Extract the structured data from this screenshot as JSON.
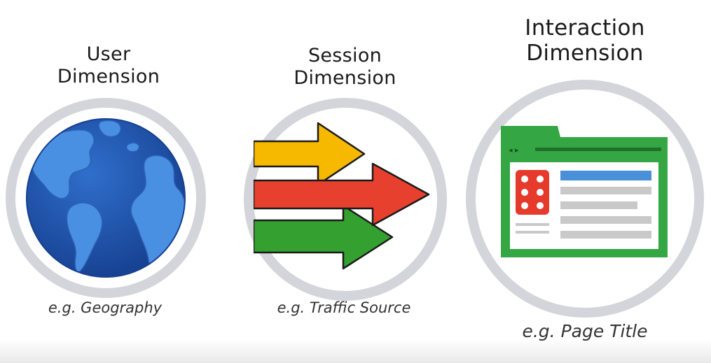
{
  "panels": [
    {
      "title_line1": "User",
      "title_line2": "Dimension",
      "caption": "e.g. Geography",
      "icon": "globe-icon"
    },
    {
      "title_line1": "Session",
      "title_line2": "Dimension",
      "caption": "e.g. Traffic Source",
      "icon": "arrows-icon"
    },
    {
      "title_line1": "Interaction",
      "title_line2": "Dimension",
      "caption": "e.g. Page Title",
      "icon": "webpage-icon"
    }
  ],
  "colors": {
    "ring": "#d4d5da",
    "ocean": "#1f5bb5",
    "land": "#4a90e2",
    "arrow_yellow": "#f7b900",
    "arrow_red": "#e8402f",
    "arrow_green": "#34a02f",
    "browser_green": "#34a744",
    "accent_blue": "#4a90d9",
    "accent_red": "#e53a2c",
    "line_gray": "#c9c9c9"
  }
}
